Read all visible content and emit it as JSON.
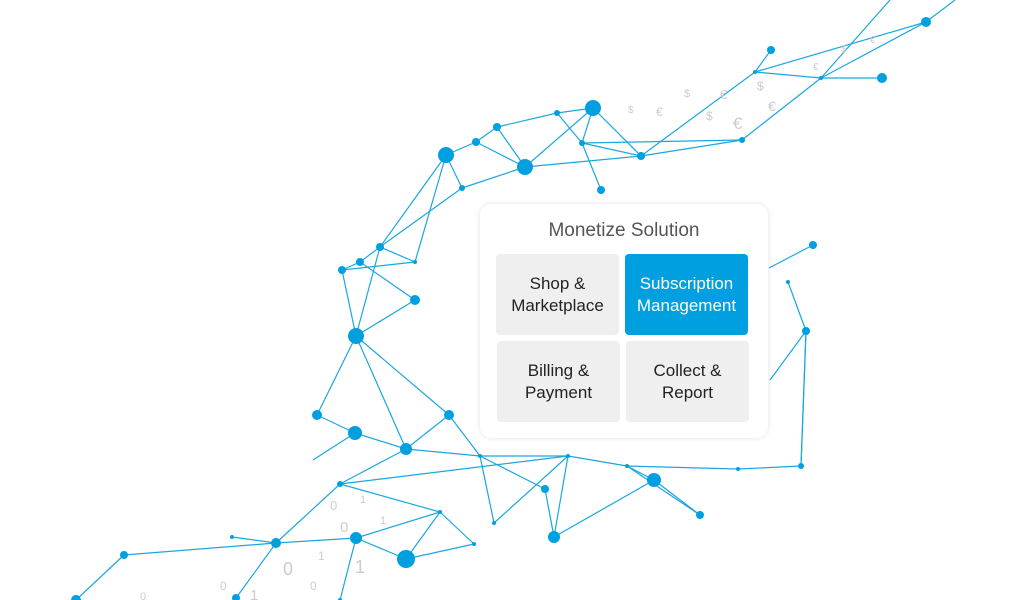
{
  "colors": {
    "accent": "#009fe0",
    "line": "#1aa7e0",
    "tile_bg": "#efefef",
    "glyph": "#cccccc"
  },
  "panel": {
    "title": "Monetize Solution",
    "tiles": [
      {
        "line1": "Shop &",
        "line2": "Marketplace",
        "active": false
      },
      {
        "line1": "Subscription",
        "line2": "Management",
        "active": true
      },
      {
        "line1": "Billing &",
        "line2": "Payment",
        "active": false
      },
      {
        "line1": "Collect &",
        "line2": "Report",
        "active": false
      }
    ]
  },
  "decor_glyphs": {
    "currency": [
      "$",
      "€",
      "$",
      "€",
      "$",
      "€",
      "$",
      "€",
      "€",
      "$",
      "€"
    ],
    "binary": [
      "1",
      "0",
      "0",
      "1",
      "1",
      "0",
      "1",
      "0",
      "1",
      "0",
      "0"
    ]
  }
}
